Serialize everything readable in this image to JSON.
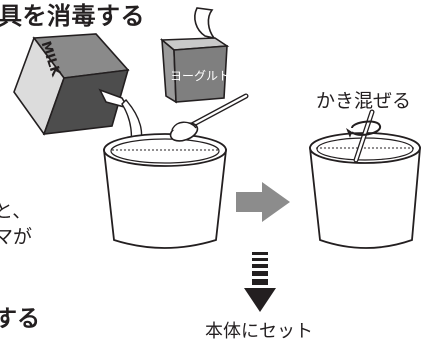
{
  "heading": "具を消毒する",
  "side_text_line1": "と、",
  "side_text_line2": "マが",
  "bottom_heading": "する",
  "stir_label": "かき混ぜる",
  "set_label": "本体にセット",
  "milk_carton_text": "MILK",
  "yogurt_text": "ヨーグルト",
  "colors": {
    "ink": "#231f20",
    "arrow": "#8c8c8c",
    "carton_dark": "#4d4d4d",
    "yogurt_cup": "#808080"
  }
}
